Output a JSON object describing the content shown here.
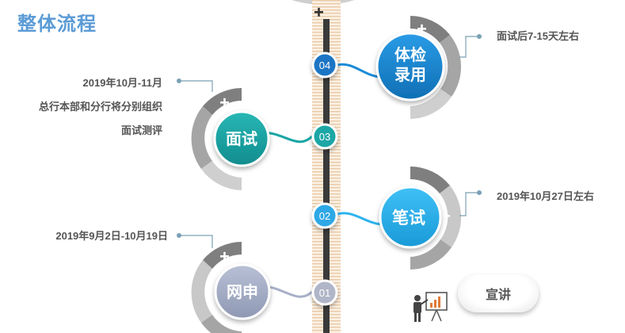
{
  "title": "整体流程",
  "colors": {
    "title": "#5b9bd5",
    "blue": "#1a8ad6",
    "teal": "#1aa6a6",
    "light_blue": "#2eb3ee",
    "gray_blue": "#a7b0c8",
    "arc_dark": "#7f7f7f",
    "arc_light": "#c8c8c8",
    "connector": "#7aa0b4"
  },
  "stages": [
    {
      "node": "04",
      "label_lines": [
        "体检",
        "录用"
      ],
      "note_lines": [
        "面试后7-15天左右"
      ],
      "icon": "plus-icon"
    },
    {
      "node": "03",
      "label_lines": [
        "面试"
      ],
      "note_lines": [
        "2019年10月-11月",
        "总行本部和分行将分别组织",
        "面试测评"
      ],
      "icon": "plus-icon"
    },
    {
      "node": "02",
      "label_lines": [
        "笔试"
      ],
      "note_lines": [
        "2019年10月27日左右"
      ],
      "icon": "plus-icon"
    },
    {
      "node": "01",
      "label_lines": [
        "网申"
      ],
      "note_lines": [
        "2019年9月2日-10月19日"
      ],
      "icon": "plus-icon"
    }
  ],
  "callout": {
    "label": "宣讲",
    "icon": "presenter-icon"
  }
}
